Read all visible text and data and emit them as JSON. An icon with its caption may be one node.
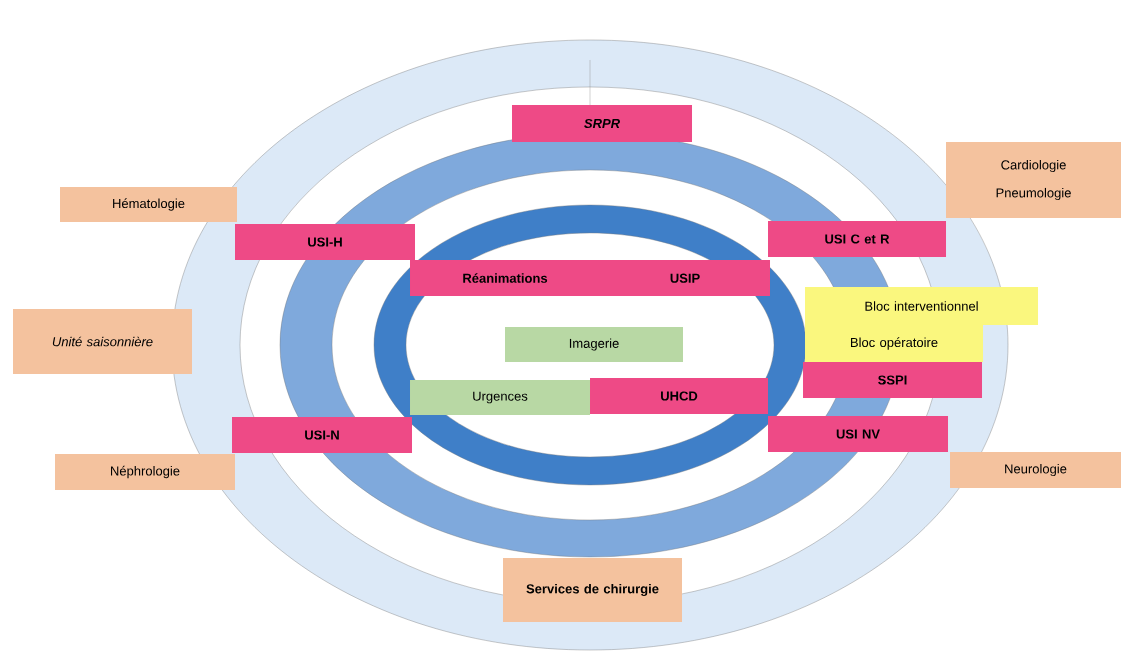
{
  "diagram": {
    "nodes": [
      {
        "text": [
          "SRPR"
        ]
      },
      {
        "text": [
          "Hématologie"
        ]
      },
      {
        "text": [
          "Cardiologie",
          "Pneumologie"
        ]
      },
      {
        "text": [
          "USI-H"
        ]
      },
      {
        "text": [
          "USI C et R"
        ]
      },
      {
        "text": [
          "Réanimations",
          "USIP"
        ]
      },
      {
        "text": [
          "Bloc interventionnel"
        ]
      },
      {
        "text": [
          "Unité saisonnière"
        ]
      },
      {
        "text": [
          "Bloc opératoire"
        ]
      },
      {
        "text": [
          "Imagerie"
        ]
      },
      {
        "text": [
          "SSPI"
        ]
      },
      {
        "text": [
          "Urgences"
        ]
      },
      {
        "text": [
          "UHCD"
        ]
      },
      {
        "text": [
          "USI-N"
        ]
      },
      {
        "text": [
          "USI NV"
        ]
      },
      {
        "text": [
          "Néphrologie"
        ]
      },
      {
        "text": [
          "Neurologie"
        ]
      },
      {
        "text": [
          "Services de chirurgie"
        ]
      }
    ]
  }
}
